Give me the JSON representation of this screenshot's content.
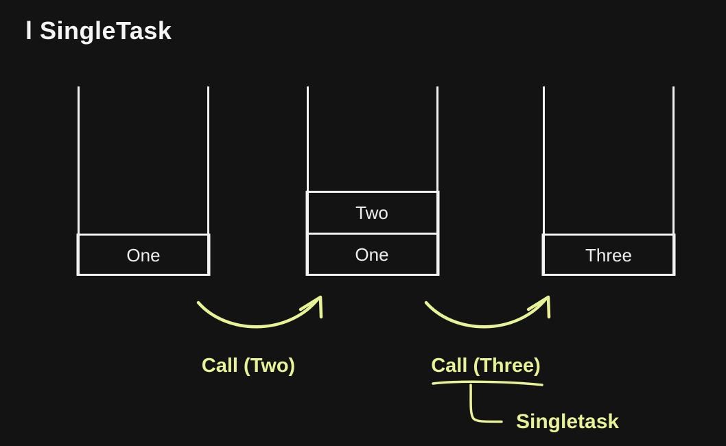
{
  "title": "l SingleTask",
  "colors": {
    "background": "#131313",
    "stack_line": "#f2f2f2",
    "stack_text": "#eeeeee",
    "accent": "#e8f296"
  },
  "stacks": [
    {
      "id": "stack-left",
      "items": [
        {
          "label": "One"
        }
      ]
    },
    {
      "id": "stack-middle",
      "items": [
        {
          "label": "Two"
        },
        {
          "label": "One"
        }
      ]
    },
    {
      "id": "stack-right",
      "items": [
        {
          "label": "Three"
        }
      ]
    }
  ],
  "calls": [
    {
      "label": "Call (Two)"
    },
    {
      "label": "Call (Three)"
    }
  ],
  "annotation": {
    "label": "Singletask"
  }
}
